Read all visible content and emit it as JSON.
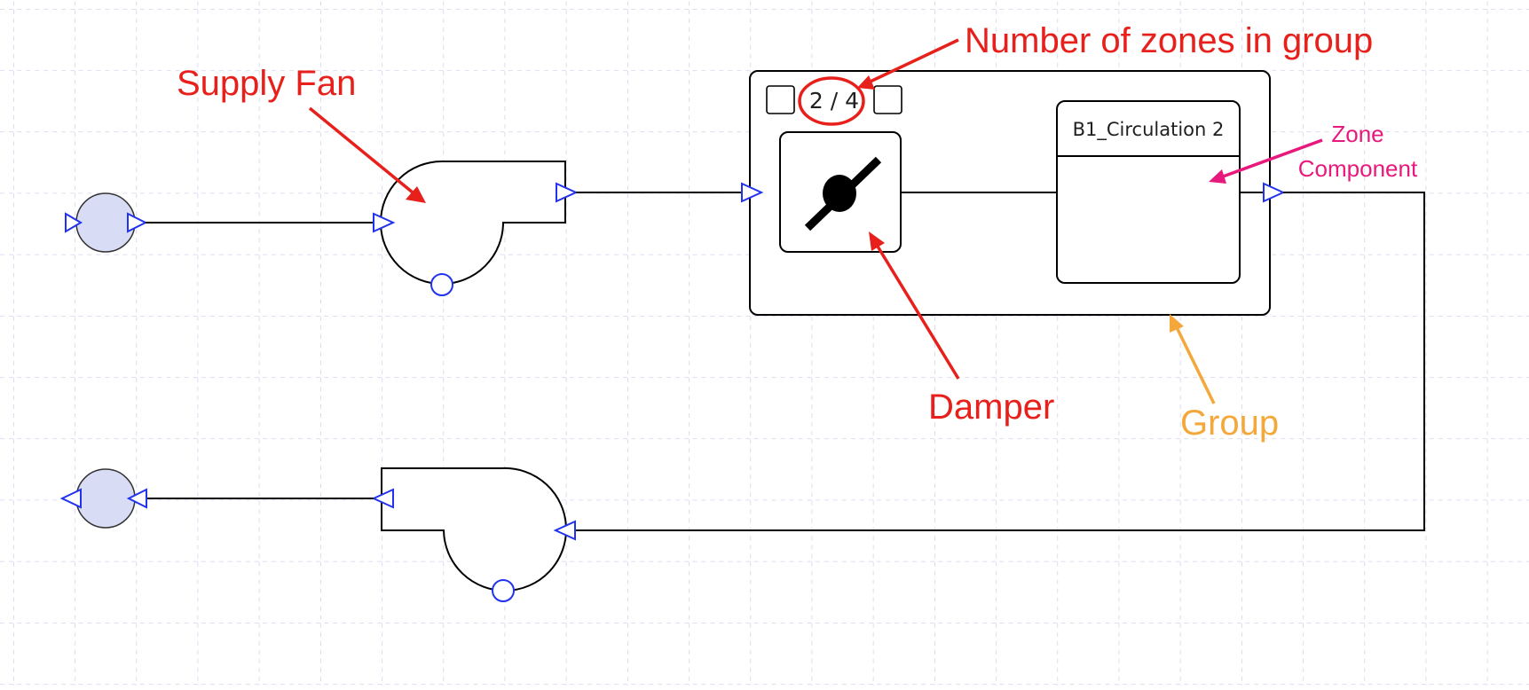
{
  "diagram": {
    "group_counter": "2 / 4",
    "zone_component_name": "B1_Circulation 2"
  },
  "annotations": {
    "supply_fan": "Supply Fan",
    "zones_in_group": "Number of zones in group",
    "zone_component_line1": "Zone",
    "zone_component_line2": "Component",
    "damper": "Damper",
    "group": "Group"
  },
  "colors": {
    "red_annotation": "#e8201c",
    "pink_annotation": "#e8197d",
    "orange_annotation": "#f5a83a",
    "port_blue": "#2233ee",
    "node_fill": "#d9dcf5",
    "grid": "#c9cbe8"
  }
}
